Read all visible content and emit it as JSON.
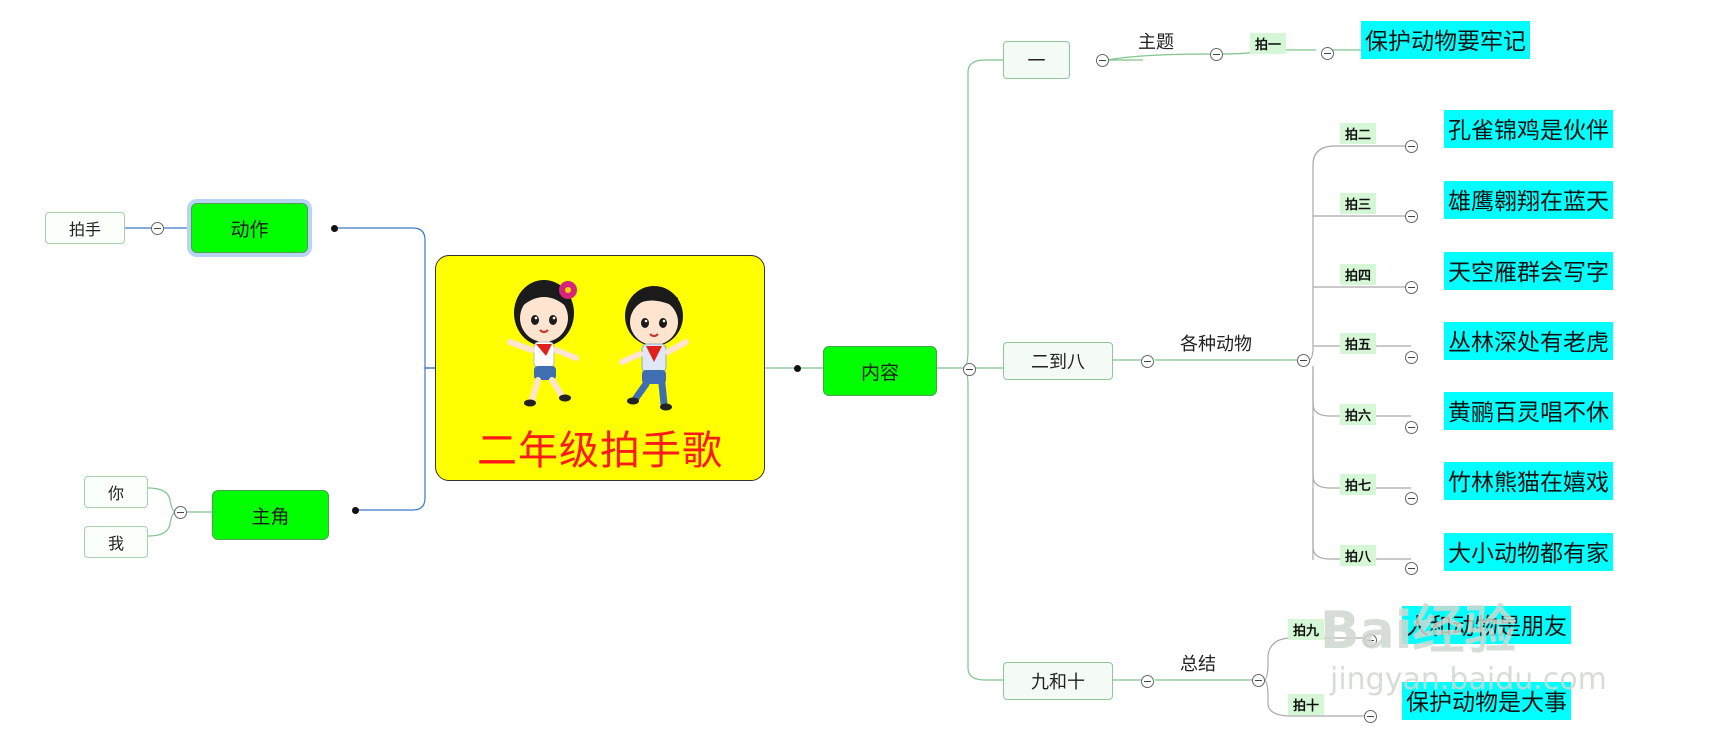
{
  "central": {
    "title": "二年级拍手歌"
  },
  "left": {
    "action": {
      "label": "动作",
      "child": "拍手"
    },
    "roles": {
      "label": "主角",
      "children": [
        "你",
        "我"
      ]
    }
  },
  "right": {
    "content": {
      "label": "内容"
    },
    "groups": [
      {
        "label": "一",
        "mid": "主题",
        "beats": [
          {
            "beat": "拍一",
            "verse": "保护动物要牢记"
          }
        ]
      },
      {
        "label": "二到八",
        "mid": "各种动物",
        "beats": [
          {
            "beat": "拍二",
            "verse": "孔雀锦鸡是伙伴"
          },
          {
            "beat": "拍三",
            "verse": "雄鹰翱翔在蓝天"
          },
          {
            "beat": "拍四",
            "verse": "天空雁群会写字"
          },
          {
            "beat": "拍五",
            "verse": "丛林深处有老虎"
          },
          {
            "beat": "拍六",
            "verse": "黄鹂百灵唱不休"
          },
          {
            "beat": "拍七",
            "verse": "竹林熊猫在嬉戏"
          },
          {
            "beat": "拍八",
            "verse": "大小动物都有家"
          }
        ]
      },
      {
        "label": "九和十",
        "mid": "总结",
        "beats": [
          {
            "beat": "拍九",
            "verse": "人和动物是朋友"
          },
          {
            "beat": "拍十",
            "verse": "保护动物是大事"
          }
        ]
      }
    ]
  },
  "watermark": {
    "brand": "Bai经验",
    "url": "jingyan.baidu.com"
  },
  "colors": {
    "main_node": "#00ff00",
    "central_fill": "#ffff00",
    "central_text": "#ff1a1a",
    "verse_highlight": "#00ffff",
    "beat_highlight": "#d6f7d6",
    "left_connector": "#3b78c9",
    "right_connector": "#7fc48c"
  }
}
